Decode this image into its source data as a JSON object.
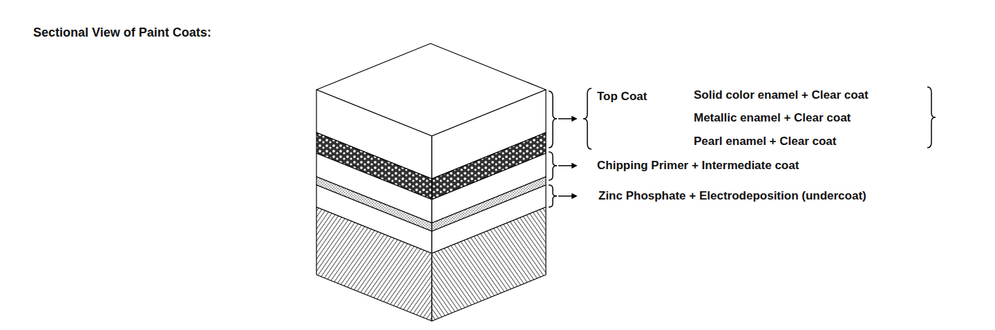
{
  "diagram": {
    "title": "Sectional View of Paint Coats:",
    "labels": [
      "Top Coat",
      "Solid color enamel + Clear coat",
      "Metallic enamel + Clear coat",
      "Pearl enamel + Clear coat",
      "Chipping Primer + Intermediate coat",
      "Zinc Phosphate + Electrodeposition (undercoat)"
    ]
  }
}
